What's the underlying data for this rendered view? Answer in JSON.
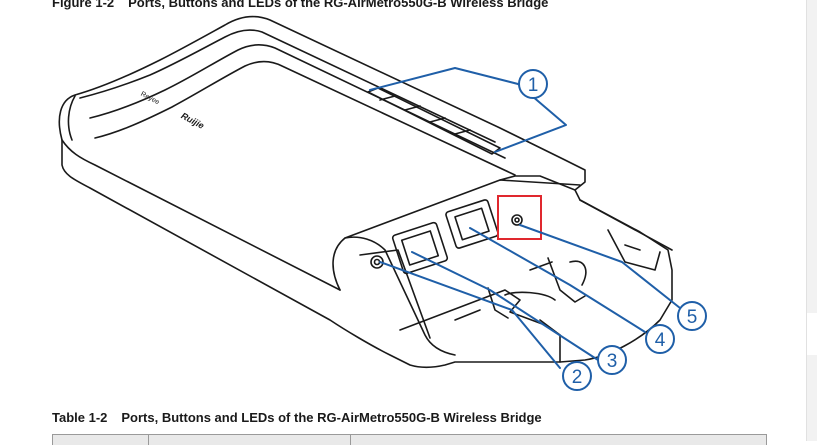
{
  "figure": {
    "label": "Figure 1-2",
    "title": "Ports, Buttons and LEDs of the RG-AirMetro550G-B Wireless Bridge",
    "brand_text": "Ruijie",
    "brand_subtext": "Reyee",
    "callouts": [
      "1",
      "2",
      "3",
      "4",
      "5"
    ],
    "accent_color": "#1f5fa8",
    "highlight_color": "#e0282e"
  },
  "table": {
    "label": "Table 1-2",
    "title": "Ports, Buttons and LEDs of the RG-AirMetro550G-B Wireless Bridge"
  }
}
